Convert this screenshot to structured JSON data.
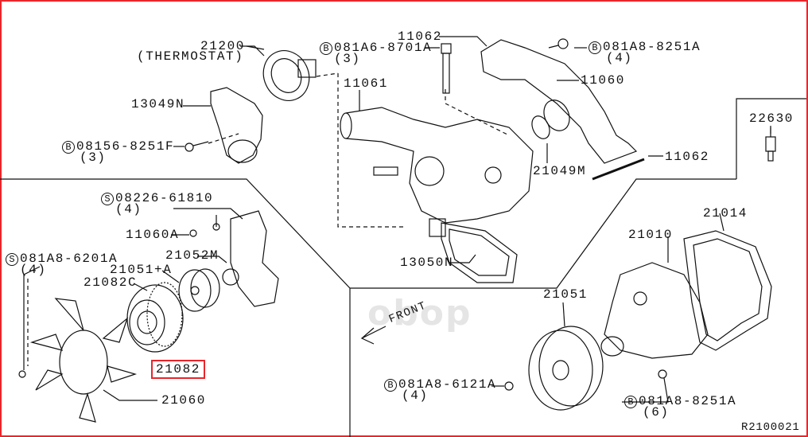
{
  "watermark": "obop",
  "labels": {
    "thermostat_num": "21200",
    "thermostat_name": "(THERMOSTAT)",
    "bolt_top_code": "081A6-8701A",
    "bolt_top_qty": "(3)",
    "gasket_top": "11062",
    "bolt_right_top_code": "081A8-8251A",
    "bolt_right_top_qty": "(4)",
    "inlet": "11061",
    "pipe": "11060",
    "housing": "13049N",
    "bolt_left_code": "08156-8251F",
    "bolt_left_qty": "(3)",
    "sensor": "22630",
    "oring": "21049M",
    "gasket_right": "11062",
    "screw_s_code": "08226-61810",
    "screw_s_qty": "(4)",
    "gasket_pump": "21014",
    "bolt_11060a": "11060A",
    "pump_body": "21010",
    "screw_s2_code": "081A8-6201A",
    "screw_s2_qty": "(4)",
    "bracket": "21052M",
    "gasket_13050n": "13050N",
    "pulley_a": "21051+A",
    "coupling": "21082C",
    "pulley": "21051",
    "front": "FRONT",
    "fan_clutch": "21082",
    "bolt_pulley_code": "081A8-6121A",
    "bolt_pulley_qty": "(4)",
    "fan": "21060",
    "bolt_pump_code": "081A8-8251A",
    "bolt_pump_qty": "(6)",
    "diagram_id": "R2100021"
  },
  "symbols": {
    "bolt": "B",
    "screw": "S"
  },
  "colors": {
    "highlight": "#e8262b",
    "ink": "#111111"
  }
}
